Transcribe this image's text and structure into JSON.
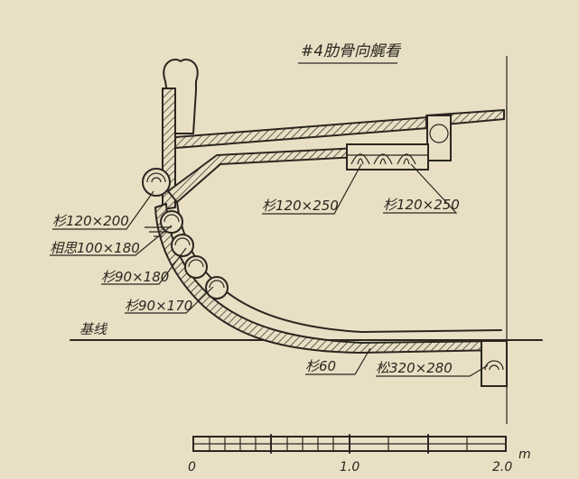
{
  "title": "#4肋骨向艉看",
  "labels": {
    "shan_120x200": "杉120×200",
    "xiangsi_100x180": "相思100×180",
    "shan_90x180": "杉90×180",
    "shan_90x170": "杉90×170",
    "shan_120x250_a": "杉120×250",
    "shan_120x250_b": "杉120×250",
    "baseline": "基线",
    "shan_60": "杉60",
    "song_320x280": "松320×280"
  },
  "scale_bar": {
    "tick_0": "0",
    "tick_1": "1.0",
    "tick_2": "2.0",
    "unit": "m"
  }
}
